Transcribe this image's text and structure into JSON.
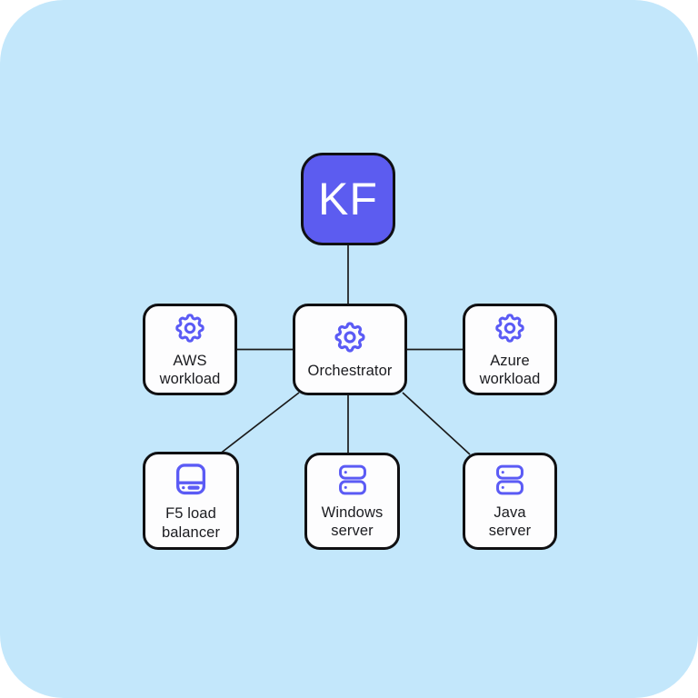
{
  "diagram": {
    "nodes": {
      "kf": {
        "label": "KF",
        "icon": "none"
      },
      "orchestrator": {
        "label": "Orchestrator",
        "icon": "gear-icon"
      },
      "aws": {
        "label": "AWS\nworkload",
        "icon": "gear-icon"
      },
      "azure": {
        "label": "Azure\nworkload",
        "icon": "gear-icon"
      },
      "f5": {
        "label": "F5 load\nbalancer",
        "icon": "hard-drive-icon"
      },
      "windows": {
        "label": "Windows\nserver",
        "icon": "server-icon"
      },
      "java": {
        "label": "Java\nserver",
        "icon": "server-icon"
      }
    },
    "edges": [
      {
        "from": "kf",
        "to": "orchestrator"
      },
      {
        "from": "aws",
        "to": "orchestrator"
      },
      {
        "from": "orchestrator",
        "to": "azure"
      },
      {
        "from": "orchestrator",
        "to": "f5"
      },
      {
        "from": "orchestrator",
        "to": "windows"
      },
      {
        "from": "orchestrator",
        "to": "java"
      }
    ],
    "colors": {
      "canvas_background": "#c3e7fb",
      "accent_purple": "#5b5bf5",
      "kf_fill": "#5c5cf0",
      "node_fill": "#fdfdfe",
      "node_border": "#101012",
      "connector_line": "#1a1a1a",
      "label_text": "#1b1c20",
      "kf_text": "#ffffff"
    }
  }
}
